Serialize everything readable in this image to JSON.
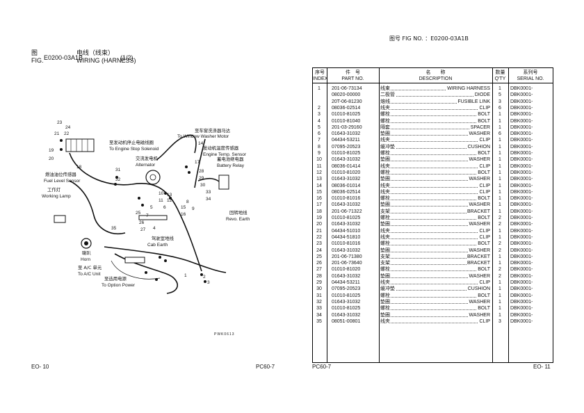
{
  "left_page": {
    "fig_label_cn": "图",
    "fig_label_en": "FIG.",
    "fig_number": "E0200-03A1B",
    "title_cn": "电线（线束）",
    "title_en": "WIRING (HARNESS)",
    "sheet": "(1/2)",
    "footer_left": "EO- 10",
    "footer_right": "PC60-7",
    "drawing_code": "PWK0613",
    "callouts": {
      "stop_solenoid_cn": "至发动机停止电磁线圈",
      "stop_solenoid_en": "To Engine Stop Solenoid",
      "window_washer_cn": "至车窗洗涤器马达",
      "window_washer_en": "To Window Washer Motor",
      "temp_sensor_cn": "发动机温度传感器",
      "temp_sensor_en": "Engine Temp. Sensor",
      "alternator_cn": "交流发电机",
      "alternator_en": "Alternator",
      "battery_relay_cn": "蓄电池继电器",
      "battery_relay_en": "Battery Relay",
      "fuel_sensor_cn": "燃油油位传感器",
      "fuel_sensor_en": "Fuel Level Sensor",
      "working_lamp_cn": "工作灯",
      "working_lamp_en": "Working Lamp",
      "revo_earth_cn": "回转地线",
      "revo_earth_en": "Revo. Earth",
      "cab_earth_cn": "驾驶室地线",
      "cab_earth_en": "Cab Earth",
      "horn_cn": "喇叭",
      "horn_en": "Horn",
      "ac_unit_cn": "至 A/C 单元",
      "ac_unit_en": "To A/C Unit",
      "option_power_cn": "至选用电源",
      "option_power_en": "To Option Power"
    },
    "index_numbers": [
      "23",
      "24",
      "21",
      "22",
      "19",
      "20",
      "18",
      "31",
      "32",
      "14",
      "17",
      "28",
      "29",
      "30",
      "33",
      "34",
      "10",
      "11",
      "6",
      "12",
      "13",
      "8",
      "9",
      "15",
      "16",
      "5",
      "7",
      "25",
      "26",
      "27",
      "2",
      "3",
      "4",
      "35",
      "1"
    ]
  },
  "right_page": {
    "fig_label": "图号 FIG NO. ：E0200-03A1B",
    "footer_left": "PC60-7",
    "footer_right": "EO- 11",
    "headers": {
      "index_cn": "序号",
      "index_en": "INDEX",
      "part_cn": "件　号",
      "part_en": "PART NO.",
      "name_cn": "名　　称",
      "name_en": "DESCRIPTION",
      "qty_cn": "数量",
      "qty_en": "Q'TY",
      "serial_cn": "系列号",
      "serial_en": "SERIAL NO."
    },
    "rows": [
      {
        "idx": "1",
        "pn": "201-06-73134",
        "cn": "线束",
        "en": "WIRING HARNESS",
        "qty": "1",
        "ser": "DBK0001-"
      },
      {
        "idx": "",
        "pn": "08020-00000",
        "cn": "二极管",
        "en": "DIODE",
        "qty": "5",
        "ser": "DBK0001-"
      },
      {
        "idx": "",
        "pn": "20T-06-81230",
        "cn": "熔线",
        "en": "FUSIBLE LINK",
        "qty": "3",
        "ser": "DBK0001-"
      },
      {
        "idx": "2",
        "pn": "08036-02514",
        "cn": "线夹",
        "en": "CLIP",
        "qty": "6",
        "ser": "DBK0001-"
      },
      {
        "idx": "3",
        "pn": "01010-81025",
        "cn": "螺栓",
        "en": "BOLT",
        "qty": "1",
        "ser": "DBK0001-"
      },
      {
        "idx": "4",
        "pn": "01010-81040",
        "cn": "螺栓",
        "en": "BOLT",
        "qty": "1",
        "ser": "DBK0001-"
      },
      {
        "idx": "5",
        "pn": "201-03-29160",
        "cn": "隔套",
        "en": "SPACER",
        "qty": "1",
        "ser": "DBK0001-"
      },
      {
        "idx": "6",
        "pn": "01643-31032",
        "cn": "垫圈",
        "en": "WASHER",
        "qty": "6",
        "ser": "DBK0001-"
      },
      {
        "idx": "7",
        "pn": "04434-53211",
        "cn": "线夹",
        "en": "CLIP",
        "qty": "1",
        "ser": "DBK0001-"
      },
      {
        "idx": "8",
        "pn": "07095-20523",
        "cn": "缓冲垫",
        "en": "CUSHION",
        "qty": "1",
        "ser": "DBK0001-"
      },
      {
        "idx": "9",
        "pn": "01010-81025",
        "cn": "螺栓",
        "en": "BOLT",
        "qty": "1",
        "ser": "DBK0001-"
      },
      {
        "idx": "10",
        "pn": "01643-31032",
        "cn": "垫圈",
        "en": "WASHER",
        "qty": "1",
        "ser": "DBK0001-"
      },
      {
        "idx": "11",
        "pn": "08036-01414",
        "cn": "线夹",
        "en": "CLIP",
        "qty": "1",
        "ser": "DBK0001-"
      },
      {
        "idx": "12",
        "pn": "01010-81020",
        "cn": "螺栓",
        "en": "BOLT",
        "qty": "1",
        "ser": "DBK0001-"
      },
      {
        "idx": "13",
        "pn": "01643-31032",
        "cn": "垫圈",
        "en": "WASHER",
        "qty": "1",
        "ser": "DBK0001-"
      },
      {
        "idx": "14",
        "pn": "08036-01014",
        "cn": "线夹",
        "en": "CLIP",
        "qty": "1",
        "ser": "DBK0001-"
      },
      {
        "idx": "15",
        "pn": "08036-02514",
        "cn": "线夹",
        "en": "CLIP",
        "qty": "1",
        "ser": "DBK0001-"
      },
      {
        "idx": "16",
        "pn": "01010-81016",
        "cn": "螺栓",
        "en": "BOLT",
        "qty": "1",
        "ser": "DBK0001-"
      },
      {
        "idx": "17",
        "pn": "01643-31032",
        "cn": "垫圈",
        "en": "WASHER",
        "qty": "1",
        "ser": "DBK0001-"
      },
      {
        "idx": "18",
        "pn": "201-06-71322",
        "cn": "支架",
        "en": "BRACKET",
        "qty": "1",
        "ser": "DBK0001-"
      },
      {
        "idx": "19",
        "pn": "01010-81025",
        "cn": "螺栓",
        "en": "BOLT",
        "qty": "2",
        "ser": "DBK0001-"
      },
      {
        "idx": "20",
        "pn": "01643-31032",
        "cn": "垫圈",
        "en": "WASHER",
        "qty": "2",
        "ser": "DBK0001-"
      },
      {
        "idx": "21",
        "pn": "04434-51010",
        "cn": "线夹",
        "en": "CLIP",
        "qty": "1",
        "ser": "DBK0001-"
      },
      {
        "idx": "22",
        "pn": "04434-51810",
        "cn": "线夹",
        "en": "CLIP",
        "qty": "1",
        "ser": "DBK0001-"
      },
      {
        "idx": "23",
        "pn": "01010-81016",
        "cn": "螺栓",
        "en": "BOLT",
        "qty": "2",
        "ser": "DBK0001-"
      },
      {
        "idx": "24",
        "pn": "01643-31032",
        "cn": "垫圈",
        "en": "WASHER",
        "qty": "2",
        "ser": "DBK0001-"
      },
      {
        "idx": "25",
        "pn": "201-06-71380",
        "cn": "支架",
        "en": "BRACKET",
        "qty": "1",
        "ser": "DBK0001-"
      },
      {
        "idx": "26",
        "pn": "201-06-73640",
        "cn": "支架",
        "en": "BRACKET",
        "qty": "1",
        "ser": "DBK0001-"
      },
      {
        "idx": "27",
        "pn": "01010-81020",
        "cn": "螺栓",
        "en": "BOLT",
        "qty": "2",
        "ser": "DBK0001-"
      },
      {
        "idx": "28",
        "pn": "01643-31032",
        "cn": "垫圈",
        "en": "WASHER",
        "qty": "2",
        "ser": "DBK0001-"
      },
      {
        "idx": "29",
        "pn": "04434-53211",
        "cn": "线夹",
        "en": "CLIP",
        "qty": "1",
        "ser": "DBK0001-"
      },
      {
        "idx": "30",
        "pn": "07095-20523",
        "cn": "缓冲垫",
        "en": "CUSHION",
        "qty": "1",
        "ser": "DBK0001-"
      },
      {
        "idx": "31",
        "pn": "01010-81025",
        "cn": "螺栓",
        "en": "BOLT",
        "qty": "1",
        "ser": "DBK0001-"
      },
      {
        "idx": "32",
        "pn": "01643-31032",
        "cn": "垫圈",
        "en": "WASHER",
        "qty": "1",
        "ser": "DBK0001-"
      },
      {
        "idx": "33",
        "pn": "01010-81025",
        "cn": "螺栓",
        "en": "BOLT",
        "qty": "1",
        "ser": "DBK0001-"
      },
      {
        "idx": "34",
        "pn": "01643-31032",
        "cn": "垫圈",
        "en": "WASHER",
        "qty": "1",
        "ser": "DBK0001-"
      },
      {
        "idx": "35",
        "pn": "08051-00801",
        "cn": "线夹",
        "en": "CLIP",
        "qty": "3",
        "ser": "DBK0001-"
      }
    ]
  }
}
